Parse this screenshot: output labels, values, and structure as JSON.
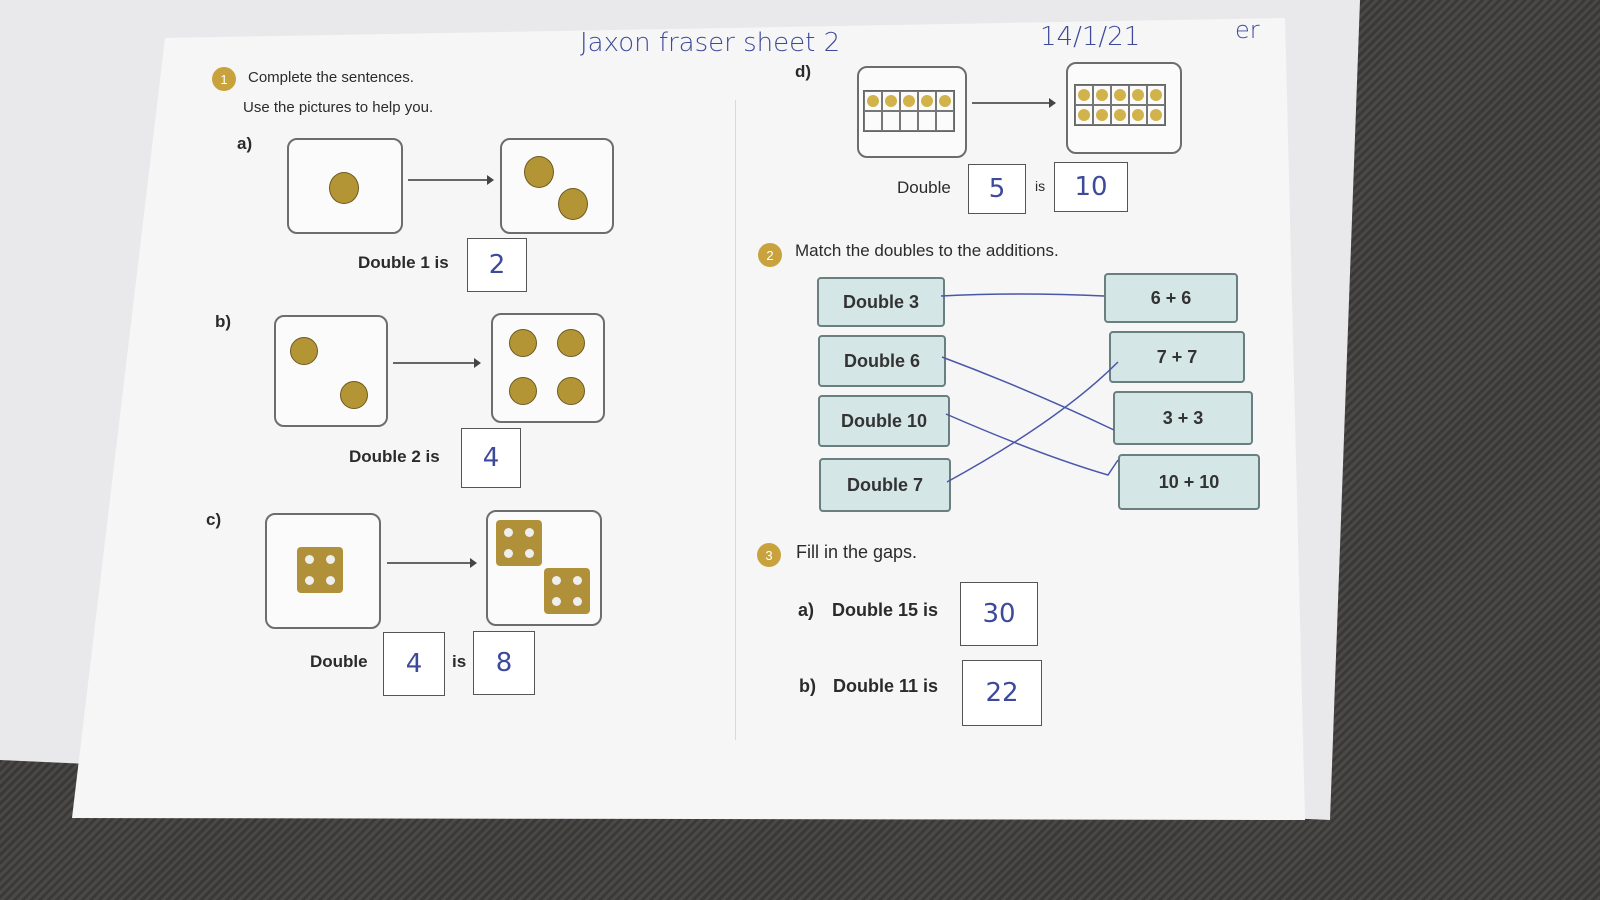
{
  "handwriting": {
    "header": "Jaxon fraser sheet 2",
    "date": "14/1/21",
    "corner": "er"
  },
  "q1": {
    "number": "1",
    "instruction": "Complete the sentences.",
    "hint": "Use the pictures to help you.",
    "a": {
      "label": "a)",
      "text": "Double 1 is",
      "answer": "2"
    },
    "b": {
      "label": "b)",
      "text": "Double 2 is",
      "answer": "4"
    },
    "c": {
      "label": "c)",
      "text": "Double",
      "is": "is",
      "answer1": "4",
      "answer2": "8"
    },
    "d": {
      "label": "d)",
      "text": "Double",
      "is": "is",
      "answer1": "5",
      "answer2": "10"
    }
  },
  "q2": {
    "number": "2",
    "instruction": "Match the doubles to the additions.",
    "doubles": [
      "Double 3",
      "Double 6",
      "Double 10",
      "Double 7"
    ],
    "additions": [
      "6 + 6",
      "7 + 7",
      "3 + 3",
      "10 + 10"
    ]
  },
  "q3": {
    "number": "3",
    "instruction": "Fill in the gaps.",
    "a": {
      "label": "a)",
      "text": "Double 15 is",
      "answer": "30"
    },
    "b": {
      "label": "b)",
      "text": "Double 11 is",
      "answer": "22"
    }
  }
}
